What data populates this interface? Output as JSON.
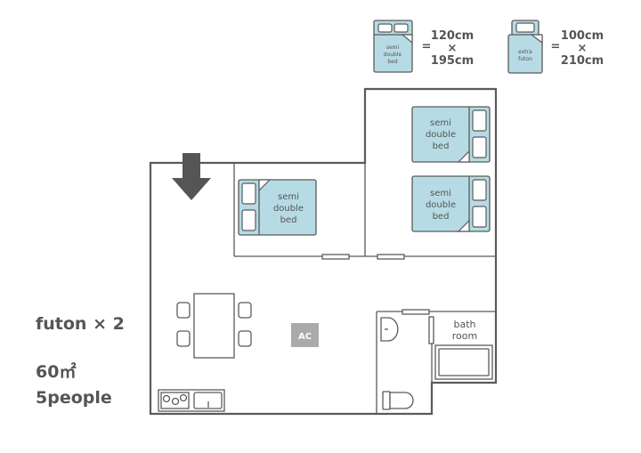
{
  "legend": {
    "semi_double": {
      "line1": "semi",
      "line2": "double",
      "line3": "bed",
      "width": "120cm",
      "times": "×",
      "length": "195cm",
      "equals": "="
    },
    "extra_futon": {
      "line1": "extra",
      "line2": "futon",
      "width": "100cm",
      "times": "×",
      "length": "210cm",
      "equals": "="
    }
  },
  "beds": [
    {
      "line1": "semi",
      "line2": "double",
      "line3": "bed"
    },
    {
      "line1": "semi",
      "line2": "double",
      "line3": "bed"
    },
    {
      "line1": "semi",
      "line2": "double",
      "line3": "bed"
    }
  ],
  "ac_label": "AC",
  "bathroom": {
    "line1": "bath",
    "line2": "room"
  },
  "info": {
    "futon": "futon × 2",
    "area": "60㎡",
    "capacity": "5people"
  },
  "colors": {
    "bed": "#b6dbe4",
    "wall": "#5a5a5a",
    "arrow": "#555555",
    "ac": "#aaaaaa"
  }
}
